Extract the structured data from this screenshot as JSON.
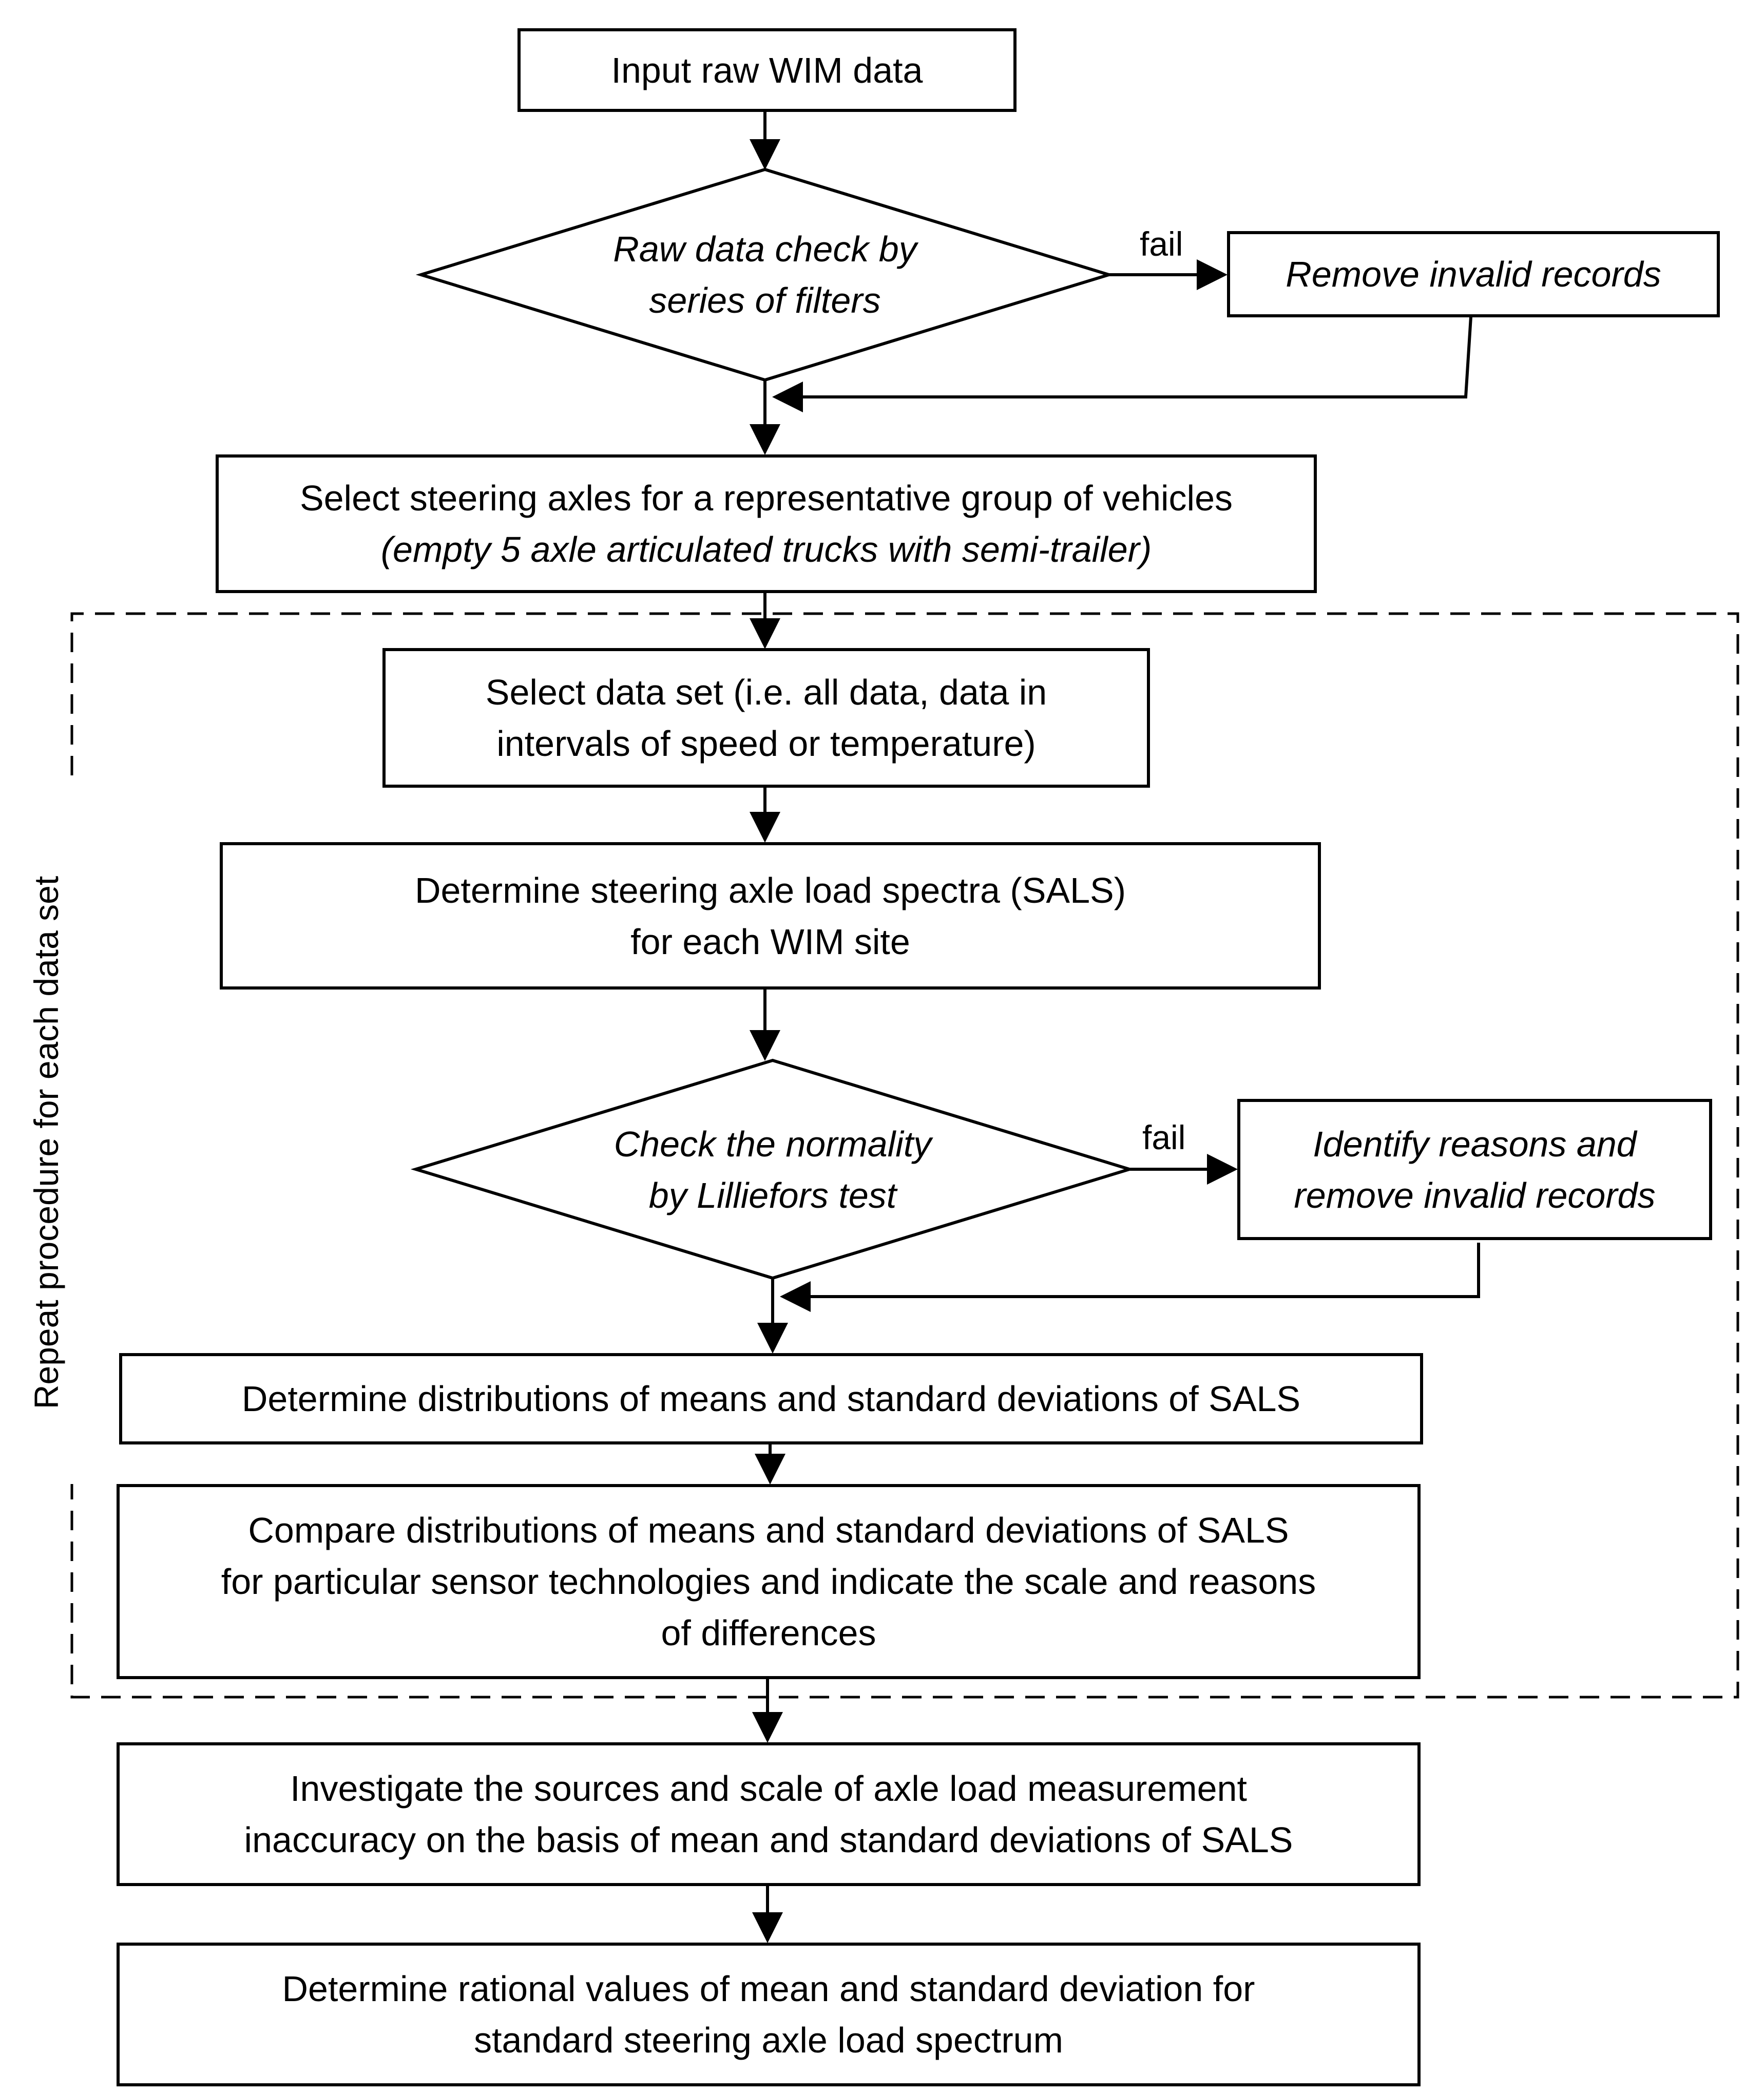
{
  "nodes": {
    "input": "Input raw WIM data",
    "raw_check": [
      "Raw data check  by",
      "series of filters"
    ],
    "remove_invalid": "Remove invalid records",
    "select_steering": [
      "Select steering axles for a representative group of vehicles",
      "(empty 5 axle articulated  trucks with semi-trailer)"
    ],
    "select_dataset": [
      "Select data set (i.e. all data, data in",
      "intervals of speed or temperature)"
    ],
    "determine_sals": [
      "Determine  steering axle load spectra (SALS)",
      "for each WIM site"
    ],
    "normality_check": [
      "Check the normality",
      "by Lilliefors test"
    ],
    "identify_reasons": [
      "Identify reasons and",
      "remove invalid records"
    ],
    "distributions": "Determine  distributions of means and standard deviations of SALS",
    "compare": [
      "Compare distributions of means and standard deviations of SALS",
      "for particular sensor technologies and indicate the scale and reasons",
      "of differences"
    ],
    "investigate": [
      "Investigate the  sources and scale of axle load measurement",
      "inaccuracy on the basis of mean and standard deviations of SALS"
    ],
    "rational": [
      "Determine  rational values of mean and standard deviation for",
      "standard steering axle load spectrum"
    ]
  },
  "edge_labels": {
    "fail_1": "fail",
    "fail_2": "fail"
  },
  "loop_label": "Repeat procedure for each data set"
}
